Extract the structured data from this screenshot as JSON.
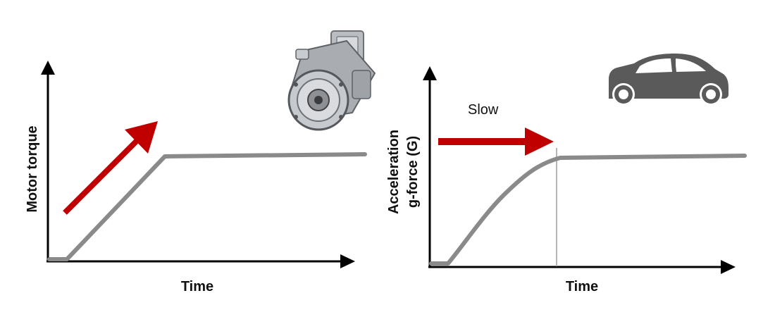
{
  "left_chart": {
    "y_label": "Motor torque",
    "x_label": "Time"
  },
  "right_chart": {
    "y_label_line1": "Acceleration",
    "y_label_line2": "g-force (G)",
    "x_label": "Time",
    "annotation": "Slow"
  },
  "colors": {
    "axis": "#000000",
    "curve": "#8a8a8a",
    "arrow": "#c00000",
    "car": "#5a5a5a"
  },
  "icons": [
    "electric-motor-illustration",
    "car-icon"
  ]
}
